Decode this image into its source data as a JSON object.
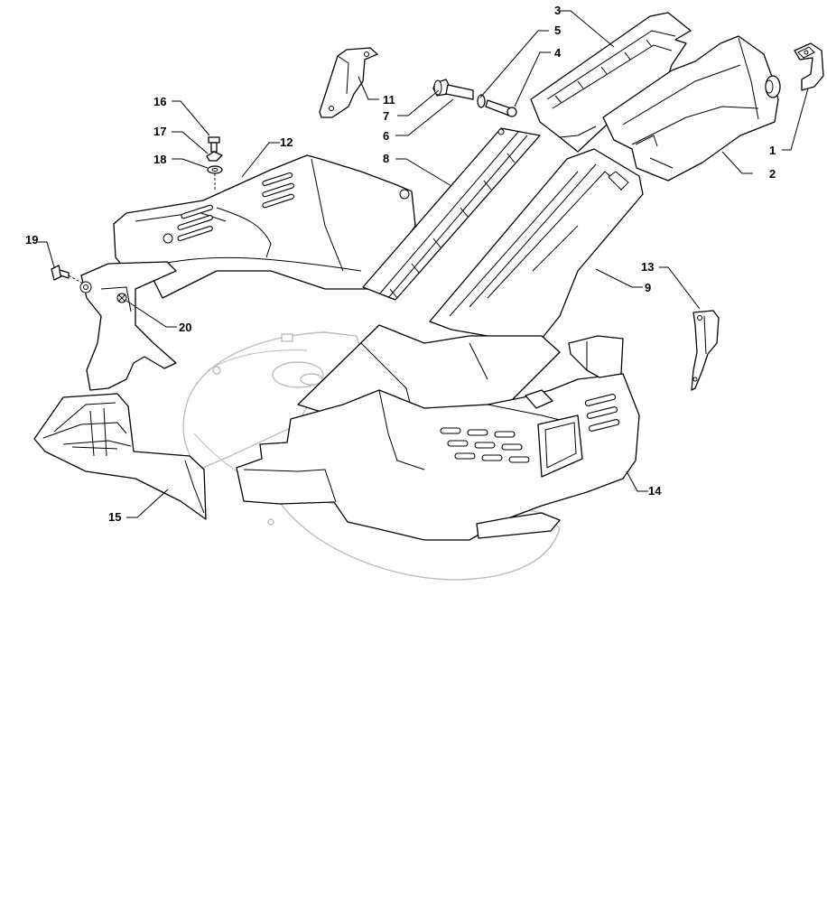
{
  "callouts": [
    {
      "id": "1",
      "text": "1"
    },
    {
      "id": "2",
      "text": "2"
    },
    {
      "id": "3",
      "text": "3"
    },
    {
      "id": "4",
      "text": "4"
    },
    {
      "id": "5",
      "text": "5"
    },
    {
      "id": "6",
      "text": "6"
    },
    {
      "id": "7",
      "text": "7"
    },
    {
      "id": "8",
      "text": "8"
    },
    {
      "id": "9",
      "text": "9"
    },
    {
      "id": "11",
      "text": "11"
    },
    {
      "id": "12",
      "text": "12"
    },
    {
      "id": "13",
      "text": "13"
    },
    {
      "id": "14",
      "text": "14"
    },
    {
      "id": "15",
      "text": "15"
    },
    {
      "id": "16",
      "text": "16"
    },
    {
      "id": "17",
      "text": "17"
    },
    {
      "id": "18",
      "text": "18"
    },
    {
      "id": "19",
      "text": "19"
    },
    {
      "id": "20",
      "text": "20"
    }
  ]
}
